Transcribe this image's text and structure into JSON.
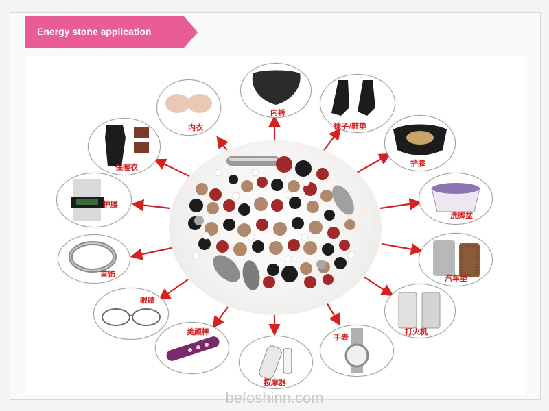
{
  "banner": {
    "title": "Energy stone application"
  },
  "items": [
    {
      "key": "bra",
      "label": "内衣"
    },
    {
      "key": "underpants",
      "label": "内裤"
    },
    {
      "key": "socks-insole",
      "label": "袜子/鞋垫"
    },
    {
      "key": "thermal-clothing",
      "label": "保暖衣"
    },
    {
      "key": "knee-pad",
      "label": "护膝"
    },
    {
      "key": "waist-support",
      "label": "护腰"
    },
    {
      "key": "foot-bath",
      "label": "洗脚盆"
    },
    {
      "key": "jewelry",
      "label": "首饰"
    },
    {
      "key": "car-seat-pad",
      "label": "汽车垫"
    },
    {
      "key": "glasses",
      "label": "眼睛"
    },
    {
      "key": "lighter",
      "label": "打火机"
    },
    {
      "key": "beauty-stick",
      "label": "美颜棒"
    },
    {
      "key": "watch",
      "label": "手表"
    },
    {
      "key": "massager",
      "label": "按摩器"
    }
  ],
  "watermark": "befoshinn.com",
  "colors": {
    "banner": "#e95c98",
    "arrow": "#d42222",
    "label": "#d02020"
  }
}
